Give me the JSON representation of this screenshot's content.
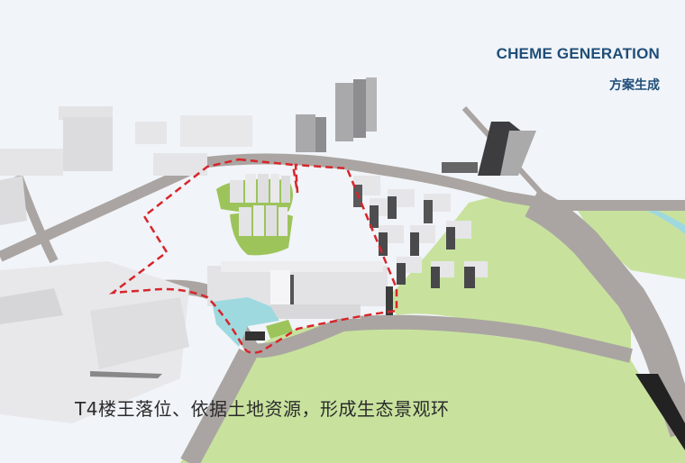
{
  "slide": {
    "title_en": "CHEME GENERATION",
    "title_cn": "方案生成",
    "caption": "T4楼王落位、依据土地资源，形成生态景观环"
  },
  "colors": {
    "background": "#f1f4f8",
    "title": "#1f4e79",
    "road": "#aaa5a2",
    "green_space": "#c8e29e",
    "water": "#9fd9e0",
    "boundary": "#d7262b",
    "building_light": "#e6e6e8",
    "building_dark": "#4a4a4c"
  },
  "map": {
    "site_boundary_style": "red-dashed",
    "features": [
      "road-network",
      "green-belt",
      "site-boundary",
      "residential-towers",
      "podium-complex",
      "water-feature",
      "river"
    ]
  }
}
